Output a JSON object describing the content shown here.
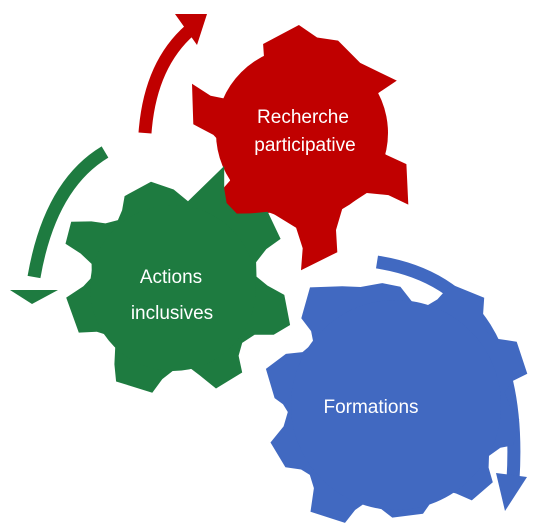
{
  "gears": {
    "research": {
      "label_line1": "Recherche",
      "label_line2": "participative",
      "color": "#C00000"
    },
    "actions": {
      "label_line1": "Actions",
      "label_line2": "inclusives",
      "color": "#1E7B40"
    },
    "formations": {
      "label": "Formations",
      "color": "#4169C1"
    }
  },
  "arrows": {
    "red_color": "#C00000",
    "green_color": "#1E7B40",
    "blue_color": "#4169C1"
  }
}
